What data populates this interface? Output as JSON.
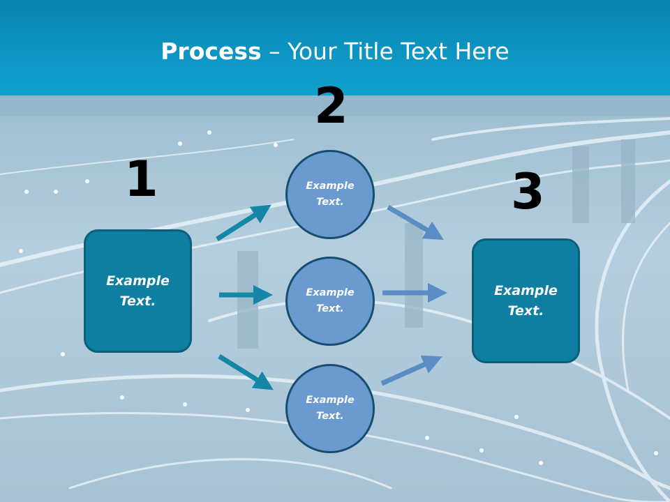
{
  "slide": {
    "title_bold": "Process",
    "title_rest": " – Your Title Text Here"
  },
  "steps": {
    "step1": {
      "number": "1",
      "text": "Example\nText."
    },
    "step2": {
      "number": "2"
    },
    "step3": {
      "number": "3",
      "text": "Example\nText."
    }
  },
  "circles": [
    {
      "text": "Example\nText."
    },
    {
      "text": "Example\nText."
    },
    {
      "text": "Example\nText."
    }
  ],
  "colors": {
    "header": "#10a2d0",
    "box_fill": "#0e7fa0",
    "circle_fill": "#6a9ad0",
    "arrow_teal": "#1686a8",
    "arrow_blue": "#5a8cc6"
  }
}
